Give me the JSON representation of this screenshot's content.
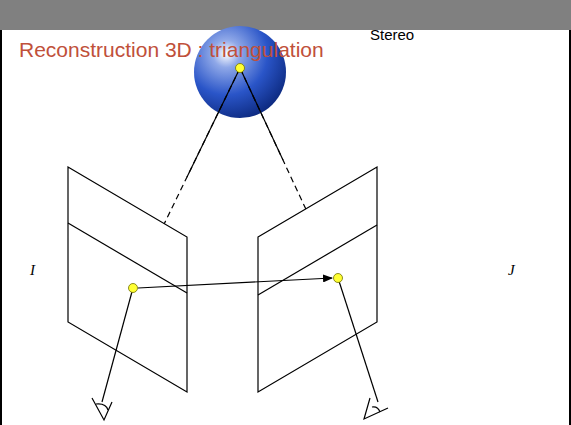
{
  "diagram": {
    "title": "Reconstruction 3D : triangulation",
    "labels": [
      "Stereo",
      "I",
      "J"
    ]
  }
}
